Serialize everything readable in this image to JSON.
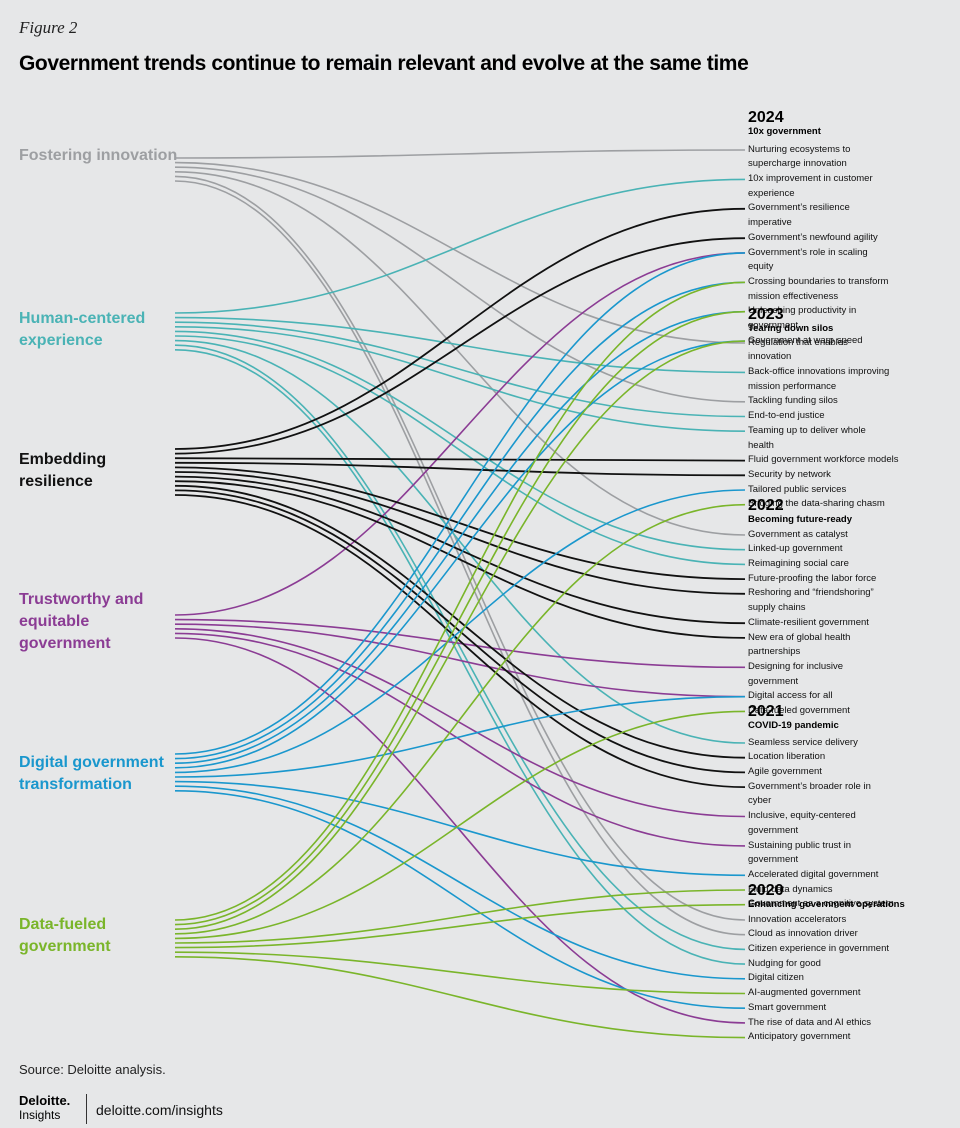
{
  "figure_label": "Figure 2",
  "title": "Government trends continue to remain relevant and evolve at the same time",
  "colors": {
    "fostering": "#9d9fa2",
    "human": "#4ab3b5",
    "resilience": "#111111",
    "trust": "#8b3c94",
    "digital": "#1a97cd",
    "data": "#7ab52a"
  },
  "categories": [
    {
      "id": "fostering",
      "label": "Fostering innovation"
    },
    {
      "id": "human",
      "label": "Human-centered experience"
    },
    {
      "id": "resilience",
      "label": "Embedding resilience"
    },
    {
      "id": "trust",
      "label": "Trustworthy and equitable government"
    },
    {
      "id": "digital",
      "label": "Digital government transformation"
    },
    {
      "id": "data",
      "label": "Data-fueled government"
    }
  ],
  "years": [
    {
      "year": "2024",
      "theme": "10x government",
      "trends": [
        {
          "label": "Nurturing ecosystems to supercharge innovation",
          "links": [
            "fostering"
          ]
        },
        {
          "label": "10x improvement in customer experience",
          "links": [
            "human"
          ]
        },
        {
          "label": "Government’s resilience imperative",
          "links": [
            "resilience"
          ]
        },
        {
          "label": "Government’s newfound agility",
          "links": [
            "resilience"
          ]
        },
        {
          "label": "Government’s role in scaling equity",
          "links": [
            "trust",
            "digital"
          ]
        },
        {
          "label": "Crossing boundaries to transform mission effectiveness",
          "links": [
            "digital",
            "data"
          ]
        },
        {
          "label": "Unleashing productivity in government",
          "links": [
            "digital",
            "data"
          ]
        },
        {
          "label": "Government at warp speed",
          "links": [
            "digital",
            "data"
          ]
        }
      ]
    },
    {
      "year": "2023",
      "theme": "Tearing down silos",
      "trends": [
        {
          "label": "Regulation that enables innovation",
          "links": [
            "fostering"
          ]
        },
        {
          "label": "Back-office innovations improving mission performance",
          "links": [
            "human"
          ]
        },
        {
          "label": "Tackling funding silos",
          "links": [
            "fostering"
          ]
        },
        {
          "label": "End-to-end justice",
          "links": [
            "human"
          ]
        },
        {
          "label": "Teaming up to deliver whole health",
          "links": [
            "human"
          ]
        },
        {
          "label": "Fluid government workforce models",
          "links": [
            "resilience"
          ]
        },
        {
          "label": "Security by network",
          "links": [
            "resilience"
          ]
        },
        {
          "label": "Tailored public services",
          "links": [
            "digital"
          ]
        },
        {
          "label": "Bridging the data-sharing chasm",
          "links": [
            "data"
          ]
        }
      ]
    },
    {
      "year": "2022",
      "theme": "Becoming future-ready",
      "trends": [
        {
          "label": "Government as catalyst",
          "links": [
            "fostering"
          ]
        },
        {
          "label": "Linked-up government",
          "links": [
            "human"
          ]
        },
        {
          "label": "Reimagining social care",
          "links": [
            "human"
          ]
        },
        {
          "label": "Future-proofing the labor force",
          "links": [
            "resilience"
          ]
        },
        {
          "label": "Reshoring and “friendshoring” supply chains",
          "links": [
            "resilience"
          ]
        },
        {
          "label": "Climate-resilient government",
          "links": [
            "resilience"
          ]
        },
        {
          "label": "New era of global health  partnerships",
          "links": [
            "resilience"
          ]
        },
        {
          "label": "Designing for inclusive government",
          "links": [
            "trust"
          ]
        },
        {
          "label": "Digital access for all",
          "links": [
            "trust",
            "digital"
          ]
        },
        {
          "label": "Data-fueled government",
          "links": [
            "data"
          ]
        }
      ]
    },
    {
      "year": "2021",
      "theme": "COVID-19 pandemic",
      "trends": [
        {
          "label": "Seamless service delivery",
          "links": [
            "human"
          ]
        },
        {
          "label": "Location liberation",
          "links": [
            "resilience"
          ]
        },
        {
          "label": "Agile government",
          "links": [
            "resilience"
          ]
        },
        {
          "label": "Government’s broader role in cyber",
          "links": [
            "resilience"
          ]
        },
        {
          "label": "Inclusive, equity-centered government",
          "links": [
            "trust"
          ]
        },
        {
          "label": "Sustaining public trust in government",
          "links": [
            "trust"
          ]
        },
        {
          "label": "Accelerated digital government",
          "links": [
            "digital"
          ]
        },
        {
          "label": "Fluid data dynamics",
          "links": [
            "data"
          ]
        },
        {
          "label": "Government as a cognitive system",
          "links": [
            "data"
          ]
        }
      ]
    },
    {
      "year": "2020",
      "theme": "Enhancing government operations",
      "trends": [
        {
          "label": "Innovation accelerators",
          "links": [
            "fostering"
          ]
        },
        {
          "label": "Cloud as innovation driver",
          "links": [
            "fostering"
          ]
        },
        {
          "label": "Citizen experience in government",
          "links": [
            "human"
          ]
        },
        {
          "label": "Nudging for good",
          "links": [
            "human"
          ]
        },
        {
          "label": "Digital citizen",
          "links": [
            "digital"
          ]
        },
        {
          "label": "AI-augmented government",
          "links": [
            "data"
          ]
        },
        {
          "label": "Smart government",
          "links": [
            "digital"
          ]
        },
        {
          "label": "The rise of data and AI ethics",
          "links": [
            "trust"
          ]
        },
        {
          "label": "Anticipatory government",
          "links": [
            "data"
          ]
        }
      ]
    }
  ],
  "source": "Source: Deloitte analysis.",
  "footer": {
    "logo": "Deloitte.",
    "logo_sub": "Insights",
    "url": "deloitte.com/insights"
  }
}
